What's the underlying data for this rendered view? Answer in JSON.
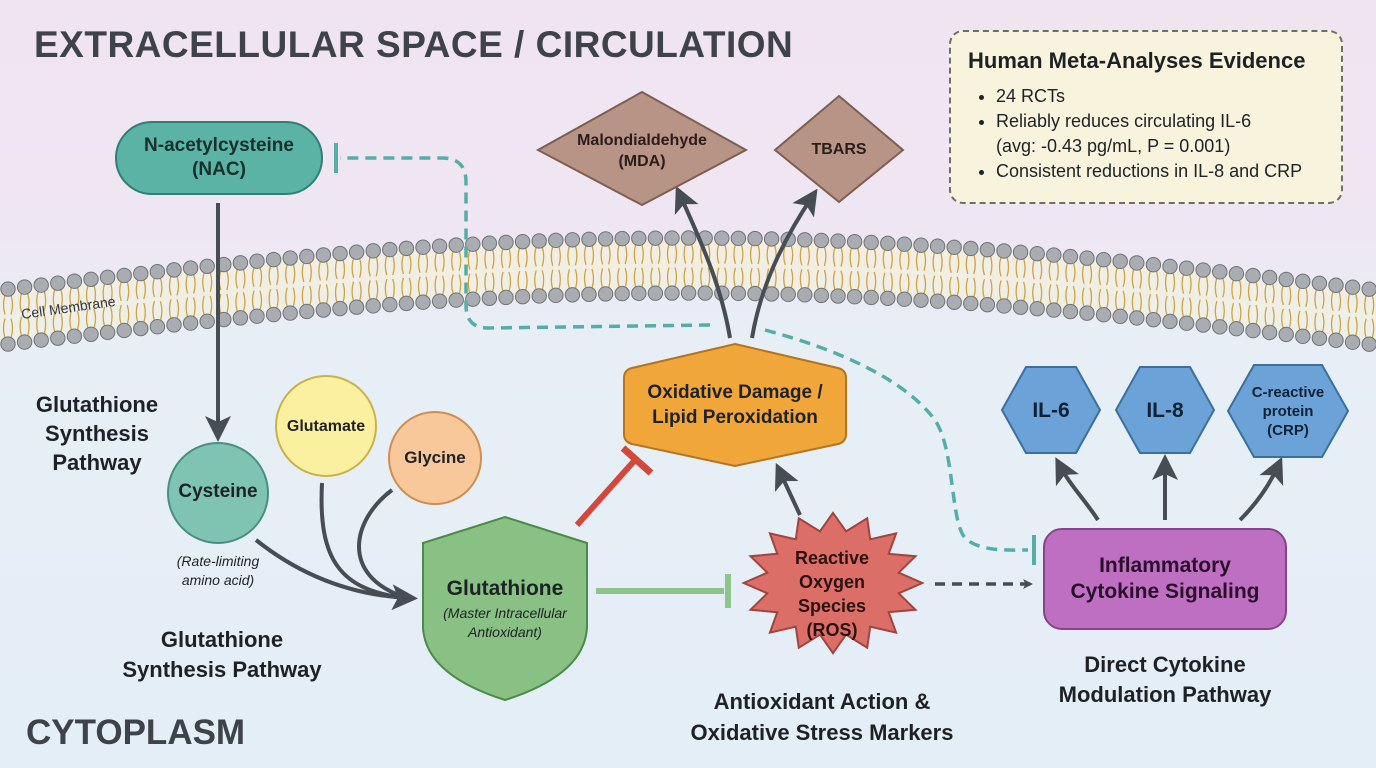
{
  "regions": {
    "extracellular": "EXTRACELLULAR SPACE / CIRCULATION",
    "cytoplasm": "CYTOPLASM",
    "membrane": "Cell Membrane"
  },
  "evidence": {
    "title": "Human Meta-Analyses Evidence",
    "items": [
      "24 RCTs",
      "Reliably reduces circulating IL-6",
      "(avg: -0.43 pg/mL, P = 0.001)",
      "Consistent reductions in IL-8 and CRP"
    ]
  },
  "nodes": {
    "nac": {
      "line1": "N-acetylcysteine",
      "line2": "(NAC)"
    },
    "cysteine": {
      "label": "Cysteine",
      "note1": "(Rate-limiting",
      "note2": "amino acid)"
    },
    "glutamate": {
      "label": "Glutamate"
    },
    "glycine": {
      "label": "Glycine"
    },
    "glutathione": {
      "label": "Glutathione",
      "note1": "(Master Intracellular",
      "note2": "Antioxidant)"
    },
    "oxidative": {
      "line1": "Oxidative Damage /",
      "line2": "Lipid Peroxidation"
    },
    "mda": {
      "line1": "Malondialdehyde",
      "line2": "(MDA)"
    },
    "tbars": {
      "label": "TBARS"
    },
    "ros": {
      "line1": "Reactive",
      "line2": "Oxygen",
      "line3": "Species",
      "line4": "(ROS)"
    },
    "inflammatory": {
      "line1": "Inflammatory",
      "line2": "Cytokine Signaling"
    },
    "il6": {
      "label": "IL-6"
    },
    "il8": {
      "label": "IL-8"
    },
    "crp": {
      "line1": "C-reactive",
      "line2": "protein",
      "line3": "(CRP)"
    }
  },
  "pathways": {
    "gsh_left": {
      "line1": "Glutathione",
      "line2": "Synthesis",
      "line3": "Pathway"
    },
    "gsh_bottom": {
      "line1": "Glutathione",
      "line2": "Synthesis Pathway"
    },
    "antioxidant": {
      "line1": "Antioxidant Action &",
      "line2": "Oxidative Stress Markers"
    },
    "cytokine": {
      "line1": "Direct Cytokine",
      "line2": "Modulation Pathway"
    }
  },
  "colors": {
    "nac": "#5ab3a5",
    "cysteine": "#7fc4b3",
    "glutamate": "#fbf0a0",
    "glycine": "#f8c79a",
    "glutathione": "#88c183",
    "oxidative": "#f1a63a",
    "marker": "#b89486",
    "ros": "#db6f68",
    "inflammatory": "#bf6fc2",
    "cytokine": "#6ba3d8",
    "inhibit_red": "#d4483c",
    "inhibit_green": "#8cc48a",
    "inhibit_teal": "#55aea4",
    "arrow": "#474d54"
  }
}
